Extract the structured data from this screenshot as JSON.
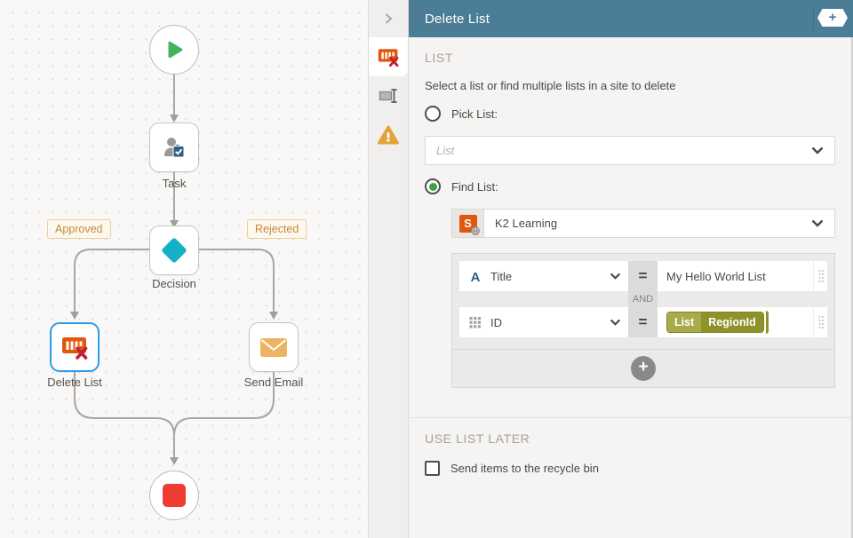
{
  "panel_header": {
    "title": "Delete List",
    "add_button": "+"
  },
  "sidebar": {
    "collapse_icon": "chevron-right-icon",
    "tabs": [
      {
        "icon": "delete-list-icon",
        "active": true
      },
      {
        "icon": "rename-field-icon",
        "active": false
      },
      {
        "icon": "warning-icon",
        "active": false
      }
    ]
  },
  "list_section": {
    "heading": "LIST",
    "description": "Select a list or find multiple lists in a site to delete",
    "pick_list_label": "Pick List:",
    "pick_list_placeholder": "List",
    "pick_list_selected": false,
    "find_list_label": "Find List:",
    "find_list_selected": true,
    "find_list_value": "K2 Learning",
    "filter": {
      "conjunction": "AND",
      "rows": [
        {
          "field": "Title",
          "field_icon": "text-type-icon",
          "operator": "=",
          "value": "My Hello World List"
        },
        {
          "field": "ID",
          "field_icon": "grid-icon",
          "operator": "="
        }
      ],
      "tag": {
        "context": "List",
        "property": "RegionId"
      },
      "add_row_button": "+"
    }
  },
  "use_list_later": {
    "heading": "USE LIST LATER",
    "checkbox_label": "Send items to the recycle bin",
    "checked": false
  },
  "canvas": {
    "labels": {
      "task": "Task",
      "decision": "Decision",
      "delete_list": "Delete List",
      "send_email": "Send Email"
    },
    "branches": {
      "approved": "Approved",
      "rejected": "Rejected"
    }
  },
  "colors": {
    "header_teal": "#4b7d96",
    "accent_orange": "#e2570d",
    "selected_blue": "#2d9ee8",
    "start_green": "#44b35c",
    "decision_teal": "#14b1c6",
    "end_red": "#ee3c31",
    "warning_orange": "#e3a33c",
    "radio_green": "#3fa33c",
    "tag_green_light": "#a9ab4b",
    "tag_green_dark": "#8e9228",
    "branch_label_orange": "#c8893b"
  }
}
